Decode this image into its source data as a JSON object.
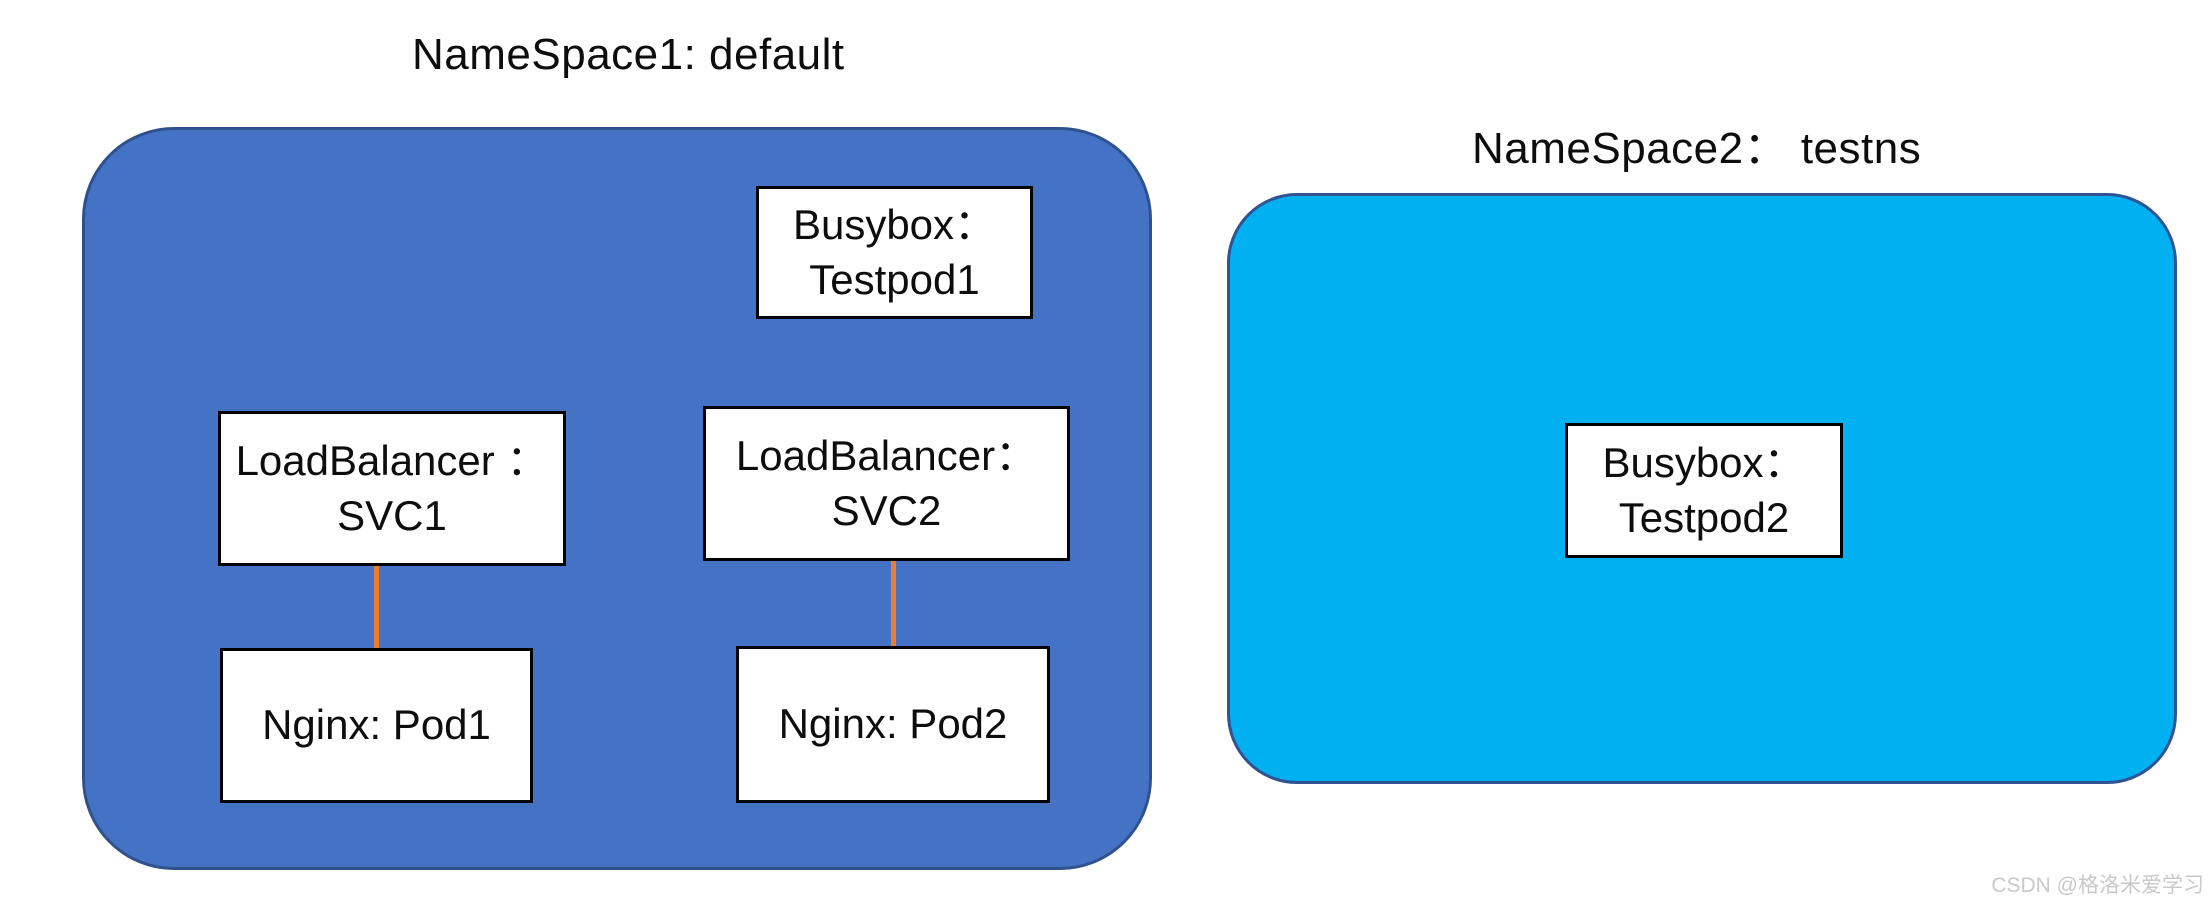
{
  "colors": {
    "namespace1_fill": "#4472C4",
    "namespace1_border": "#2F528F",
    "namespace2_fill": "#00B0F0",
    "namespace2_border": "#2F5491",
    "node_fill": "#FFFFFF",
    "node_border": "#000000",
    "connector": "#ED7D31",
    "text": "#0D0D0D",
    "watermark_text": "#C9C9C9"
  },
  "diagram": {
    "namespace1": {
      "title": "NameSpace1: default",
      "nodes": {
        "busybox1": {
          "line1": "Busybox：",
          "line2": "Testpod1"
        },
        "svc1": {
          "line1": "LoadBalancer ：",
          "line2": "SVC1"
        },
        "svc2": {
          "line1": "LoadBalancer：",
          "line2": "SVC2"
        },
        "pod1": {
          "label": "Nginx: Pod1"
        },
        "pod2": {
          "label": "Nginx: Pod2"
        }
      },
      "connections": [
        {
          "from": "LoadBalancer：SVC1",
          "to": "Nginx: Pod1"
        },
        {
          "from": "LoadBalancer：SVC2",
          "to": "Nginx: Pod2"
        }
      ]
    },
    "namespace2": {
      "title": "NameSpace2： testns",
      "nodes": {
        "busybox2": {
          "line1": "Busybox：",
          "line2": "Testpod2"
        }
      }
    }
  },
  "watermark": "CSDN @格洛米爱学习"
}
